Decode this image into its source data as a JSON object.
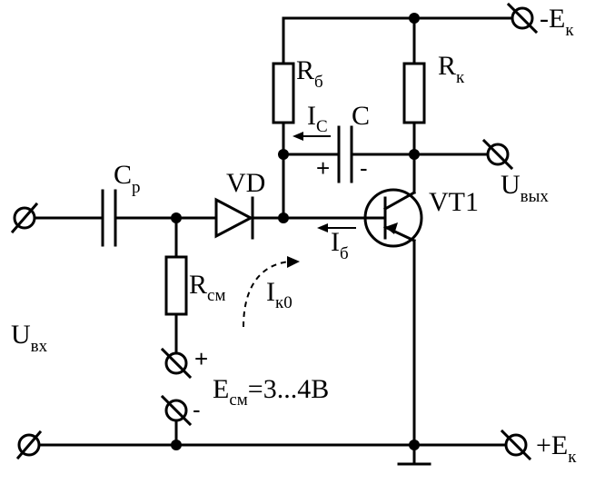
{
  "labels": {
    "neg_supply": {
      "main": "-E",
      "sub": "к"
    },
    "rk": {
      "main": "R",
      "sub": "к"
    },
    "rb": {
      "main": "R",
      "sub": "б"
    },
    "ic": {
      "main": "I",
      "sub": "C"
    },
    "c": {
      "main": "C"
    },
    "c_plus": "+",
    "c_minus": "-",
    "cp": {
      "main": "C",
      "sub": "p"
    },
    "vd": {
      "main": "VD"
    },
    "vt1": {
      "main": "VT1"
    },
    "uout": {
      "main": "U",
      "sub": "вых"
    },
    "ib": {
      "main": "I",
      "sub": "б"
    },
    "rsm": {
      "main": "R",
      "sub": "см"
    },
    "ik0": {
      "main": "I",
      "sub": "к0"
    },
    "uin": {
      "main": "U",
      "sub": "вх"
    },
    "esm_plus": "+",
    "esm_minus": "-",
    "esm": {
      "main": "E",
      "sub": "см",
      "value": "=3...4B"
    },
    "pos_supply": {
      "main": "+E",
      "sub": "к"
    }
  }
}
